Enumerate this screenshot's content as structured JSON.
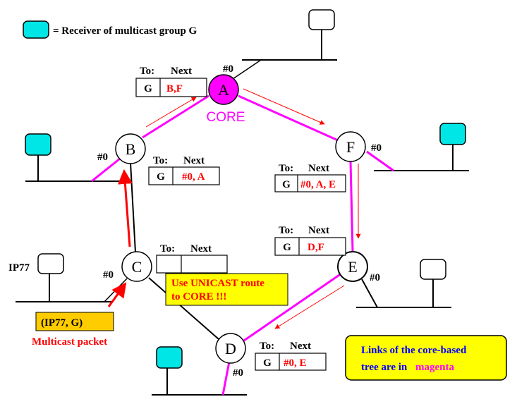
{
  "legend": {
    "text": "= Receiver of multicast group G",
    "host_color": "#00e5e5"
  },
  "colors": {
    "tree_link": "#ff00ff",
    "plain_link": "#000000",
    "arrow": "#ff0000",
    "core_fill": "#ff00ff",
    "receiver_fill": "#00e5e5",
    "note_fill": "#ffff00",
    "packet_fill": "#ffcc00",
    "red_text": "#ff0000",
    "blue_text": "#0000ff"
  },
  "routers": {
    "A": "A",
    "B": "B",
    "C": "C",
    "D": "D",
    "E": "E",
    "F": "F"
  },
  "core_label": "CORE",
  "ports": {
    "A": "#0",
    "B": "#0",
    "C": "#0",
    "D": "#0",
    "E": "#0",
    "F": "#0"
  },
  "tables": {
    "A": {
      "to_header": "To:",
      "next_header": "Next",
      "to": "G",
      "next": "B,F"
    },
    "B": {
      "to_header": "To:",
      "next_header": "Next",
      "to": "G",
      "next": "#0, A"
    },
    "F": {
      "to_header": "To:",
      "next_header": "Next",
      "to": "G",
      "next": "#0, A, E"
    },
    "E": {
      "to_header": "To:",
      "next_header": "Next",
      "to": "G",
      "next": "D,F"
    },
    "C": {
      "to_header": "To:",
      "next_header": "Next",
      "to": "",
      "next": ""
    },
    "D": {
      "to_header": "To:",
      "next_header": "Next",
      "to": "G",
      "next": "#0, E"
    }
  },
  "ip77_label": "IP77",
  "unicast_note": {
    "line1": "Use UNICAST route",
    "line2": "to CORE !!!"
  },
  "packet": {
    "box": "(IP77, G)",
    "caption": "Multicast packet"
  },
  "info_note": {
    "line1": "Links of the core-based",
    "line2_prefix": "tree are in",
    "line2_highlight": "magenta"
  }
}
